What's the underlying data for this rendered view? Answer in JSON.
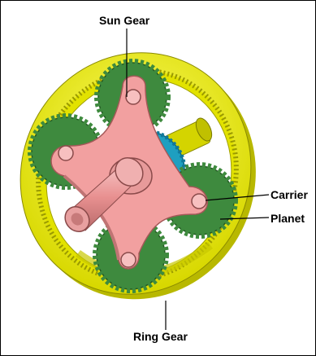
{
  "labels": {
    "sun_gear": "Sun Gear",
    "carrier": "Carrier",
    "planet": "Planet",
    "ring_gear": "Ring Gear"
  },
  "colors": {
    "ring": "#f0f000",
    "ring_dark": "#b8b800",
    "planet": "#3e8a3e",
    "planet_dark": "#2a6a2a",
    "carrier": "#f2a0a0",
    "carrier_dark": "#b86a6a",
    "sun": "#1e9fc0",
    "shaft_back": "#d0d000",
    "leader": "#000000"
  }
}
